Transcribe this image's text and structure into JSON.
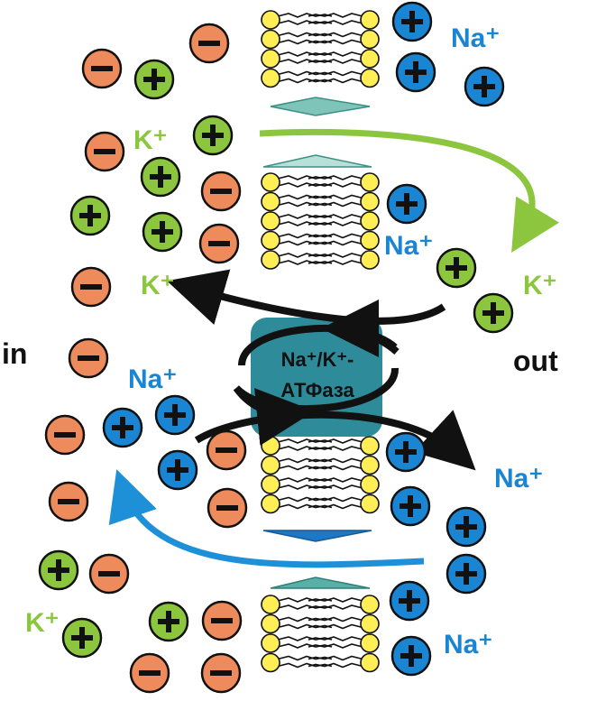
{
  "labels": {
    "side_in": "in",
    "side_out": "out",
    "pump_line1": "Na⁺/K⁺-",
    "pump_line2": "АТФаза",
    "na": "Na⁺",
    "k": "K⁺"
  },
  "icons": {
    "cation": "plus-circle-icon",
    "anion": "minus-circle-icon"
  },
  "colors": {
    "sodium": "#1a85d3",
    "potassium": "#8cc63f",
    "anion": "#ee8b5d",
    "pump": "#2e8c9a",
    "sodium_arrow": "#1e90d8",
    "potassium_arrow": "#8cc63f",
    "cycle_arrow": "#111111",
    "lipid_head": "#ffee55",
    "text_sodium": "#1a85d3",
    "text_potassium": "#8cc63f",
    "text_dark": "#111111"
  }
}
